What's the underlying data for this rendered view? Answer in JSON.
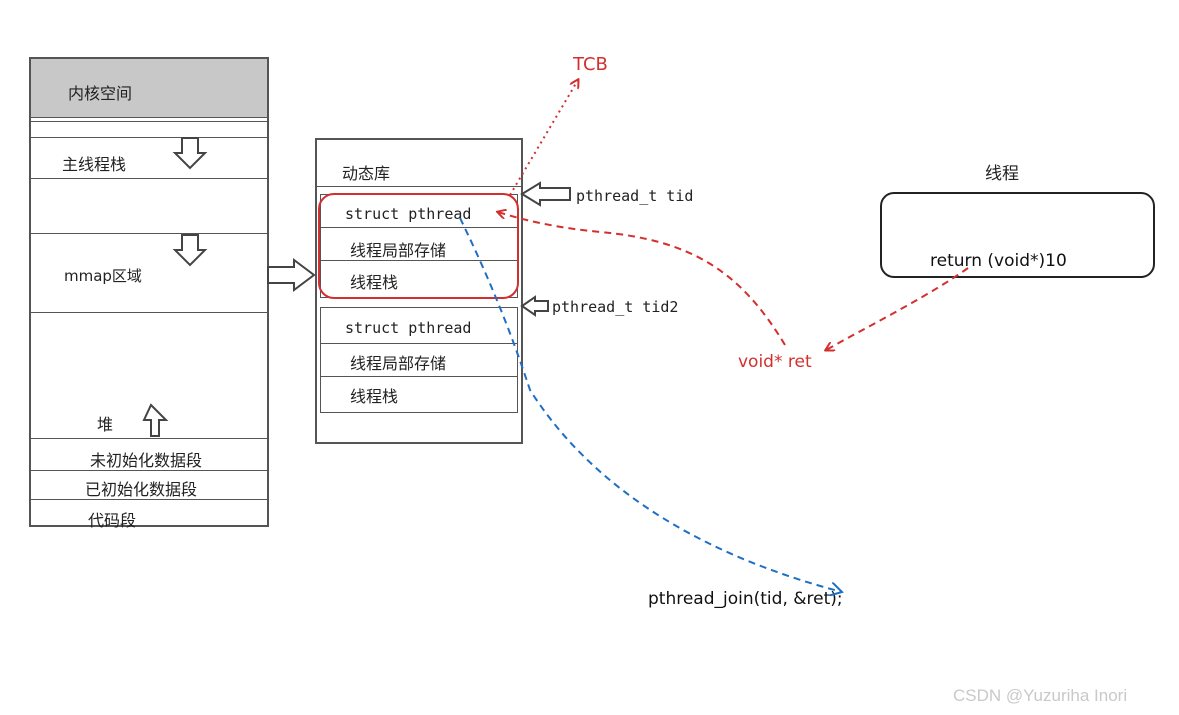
{
  "memory": {
    "kernel": "内核空间",
    "main_stack": "主线程栈",
    "mmap": "mmap区域",
    "heap": "堆",
    "bss": "未初始化数据段",
    "data": "已初始化数据段",
    "text": "代码段"
  },
  "dynlib": {
    "title": "动态库",
    "block1": {
      "struct": "struct pthread",
      "tls": "线程局部存储",
      "stack": "线程栈"
    },
    "block2": {
      "struct": "struct pthread",
      "tls": "线程局部存储",
      "stack": "线程栈"
    }
  },
  "labels": {
    "tid": "pthread_t tid",
    "tid2": "pthread_t tid2",
    "tcb": "TCB",
    "void_ret": "void* ret",
    "join": "pthread_join(tid, &ret);"
  },
  "thread": {
    "title": "线程",
    "code": "return (void*)10"
  },
  "watermark": "CSDN @Yuzuriha  Inori",
  "colors": {
    "red": "#d32f2f",
    "blue": "#1e6fc4",
    "kernel_fill": "#c8c8c8",
    "line": "#555555"
  }
}
